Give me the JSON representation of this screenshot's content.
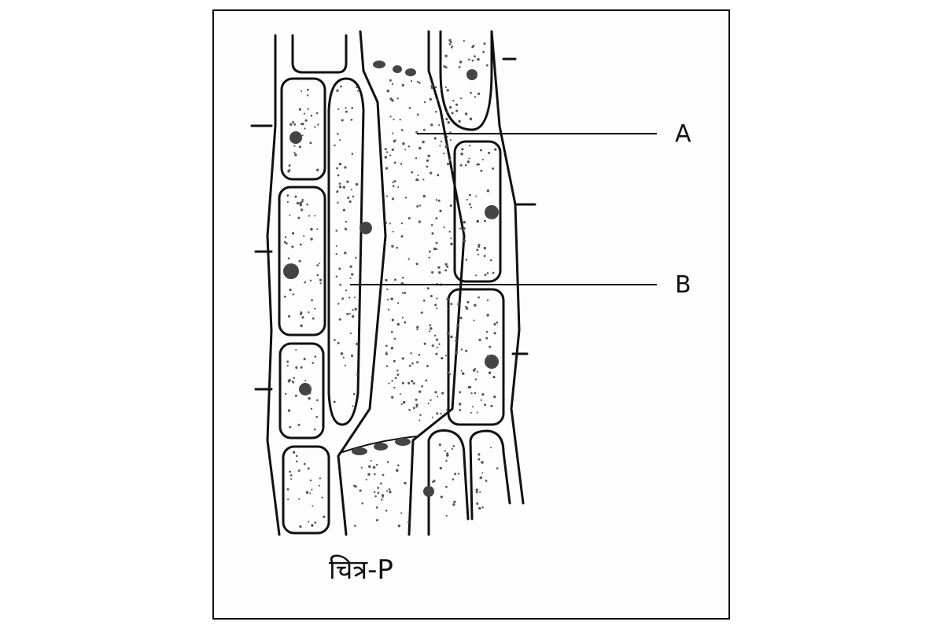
{
  "figure": {
    "labels": {
      "a": "A",
      "b": "B"
    },
    "caption": "चित्र-P"
  },
  "colors": {
    "ink": "#111111",
    "stipple": "#444444",
    "plate": "#555555"
  }
}
